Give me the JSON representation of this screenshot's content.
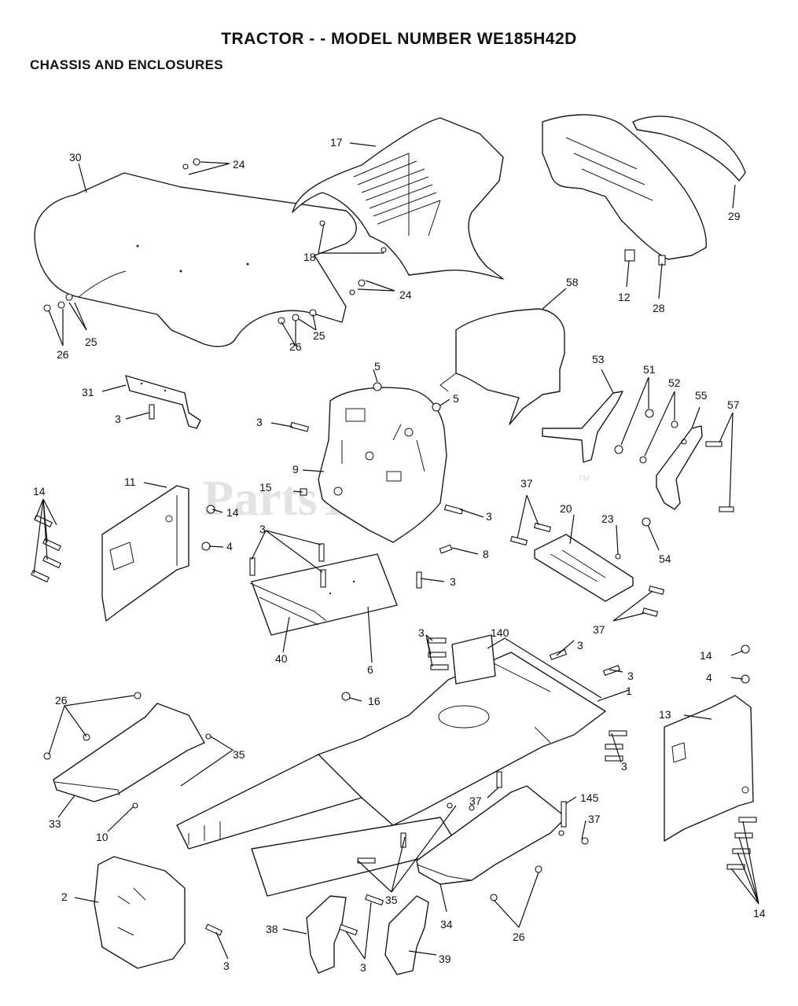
{
  "header": {
    "title": "TRACTOR - - MODEL NUMBER WE185H42D",
    "subtitle": "CHASSIS AND ENCLOSURES"
  },
  "watermark": {
    "text": "PartsTree",
    "tm": "TM"
  },
  "callouts": {
    "p30": "30",
    "p24a": "24",
    "p17": "17",
    "p18": "18",
    "p24b": "24",
    "p29": "29",
    "p12": "12",
    "p28": "28",
    "p58": "58",
    "p26a": "26",
    "p25a": "25",
    "p26b": "26",
    "p25b": "25",
    "p31": "31",
    "p3a": "3",
    "p5a": "5",
    "p5b": "5",
    "p3b": "3",
    "p53": "53",
    "p51": "51",
    "p52": "52",
    "p55": "55",
    "p57": "57",
    "p9": "9",
    "p11": "11",
    "p14a": "14",
    "p15": "15",
    "p14b": "14",
    "p4a": "4",
    "p3c": "3",
    "p3d": "3",
    "p37a": "37",
    "p20": "20",
    "p23": "23",
    "p54": "54",
    "p8": "8",
    "p3e": "3",
    "p40": "40",
    "p6": "6",
    "p37b": "37",
    "p3f": "3",
    "p140": "140",
    "p3g": "3",
    "p3h": "3",
    "p14c": "14",
    "p4b": "4",
    "p1": "1",
    "p26c": "26",
    "p16": "16",
    "p13": "13",
    "p35a": "35",
    "p3i": "3",
    "p33": "33",
    "p10": "10",
    "p37c": "37",
    "p145": "145",
    "p37d": "37",
    "p2": "2",
    "p35b": "35",
    "p34": "34",
    "p38": "38",
    "p3j": "3",
    "p39": "39",
    "p26d": "26",
    "p3k": "3",
    "p14d": "14"
  }
}
